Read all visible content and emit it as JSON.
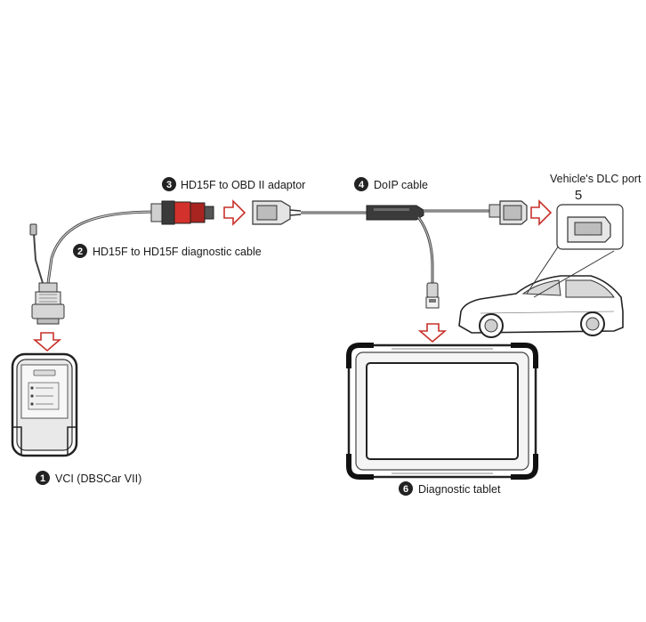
{
  "labels": {
    "vci": {
      "number": "1",
      "text": "VCI (DBSCar VII)"
    },
    "diag_cable": {
      "number": "2",
      "text": "HD15F to HD15F diagnostic cable"
    },
    "obd_adaptor": {
      "number": "3",
      "text": "HD15F to OBD II adaptor"
    },
    "doip_cable": {
      "number": "4",
      "text": "DoIP cable"
    },
    "dlc_port": {
      "number": "5",
      "text": "Vehicle's DLC port"
    },
    "tablet": {
      "number": "6",
      "text": "Diagnostic tablet"
    }
  },
  "colors": {
    "arrow": "#c8302a",
    "connector_red": "#d3312b",
    "line": "#333333",
    "device_fill": "#e9e9e9"
  }
}
